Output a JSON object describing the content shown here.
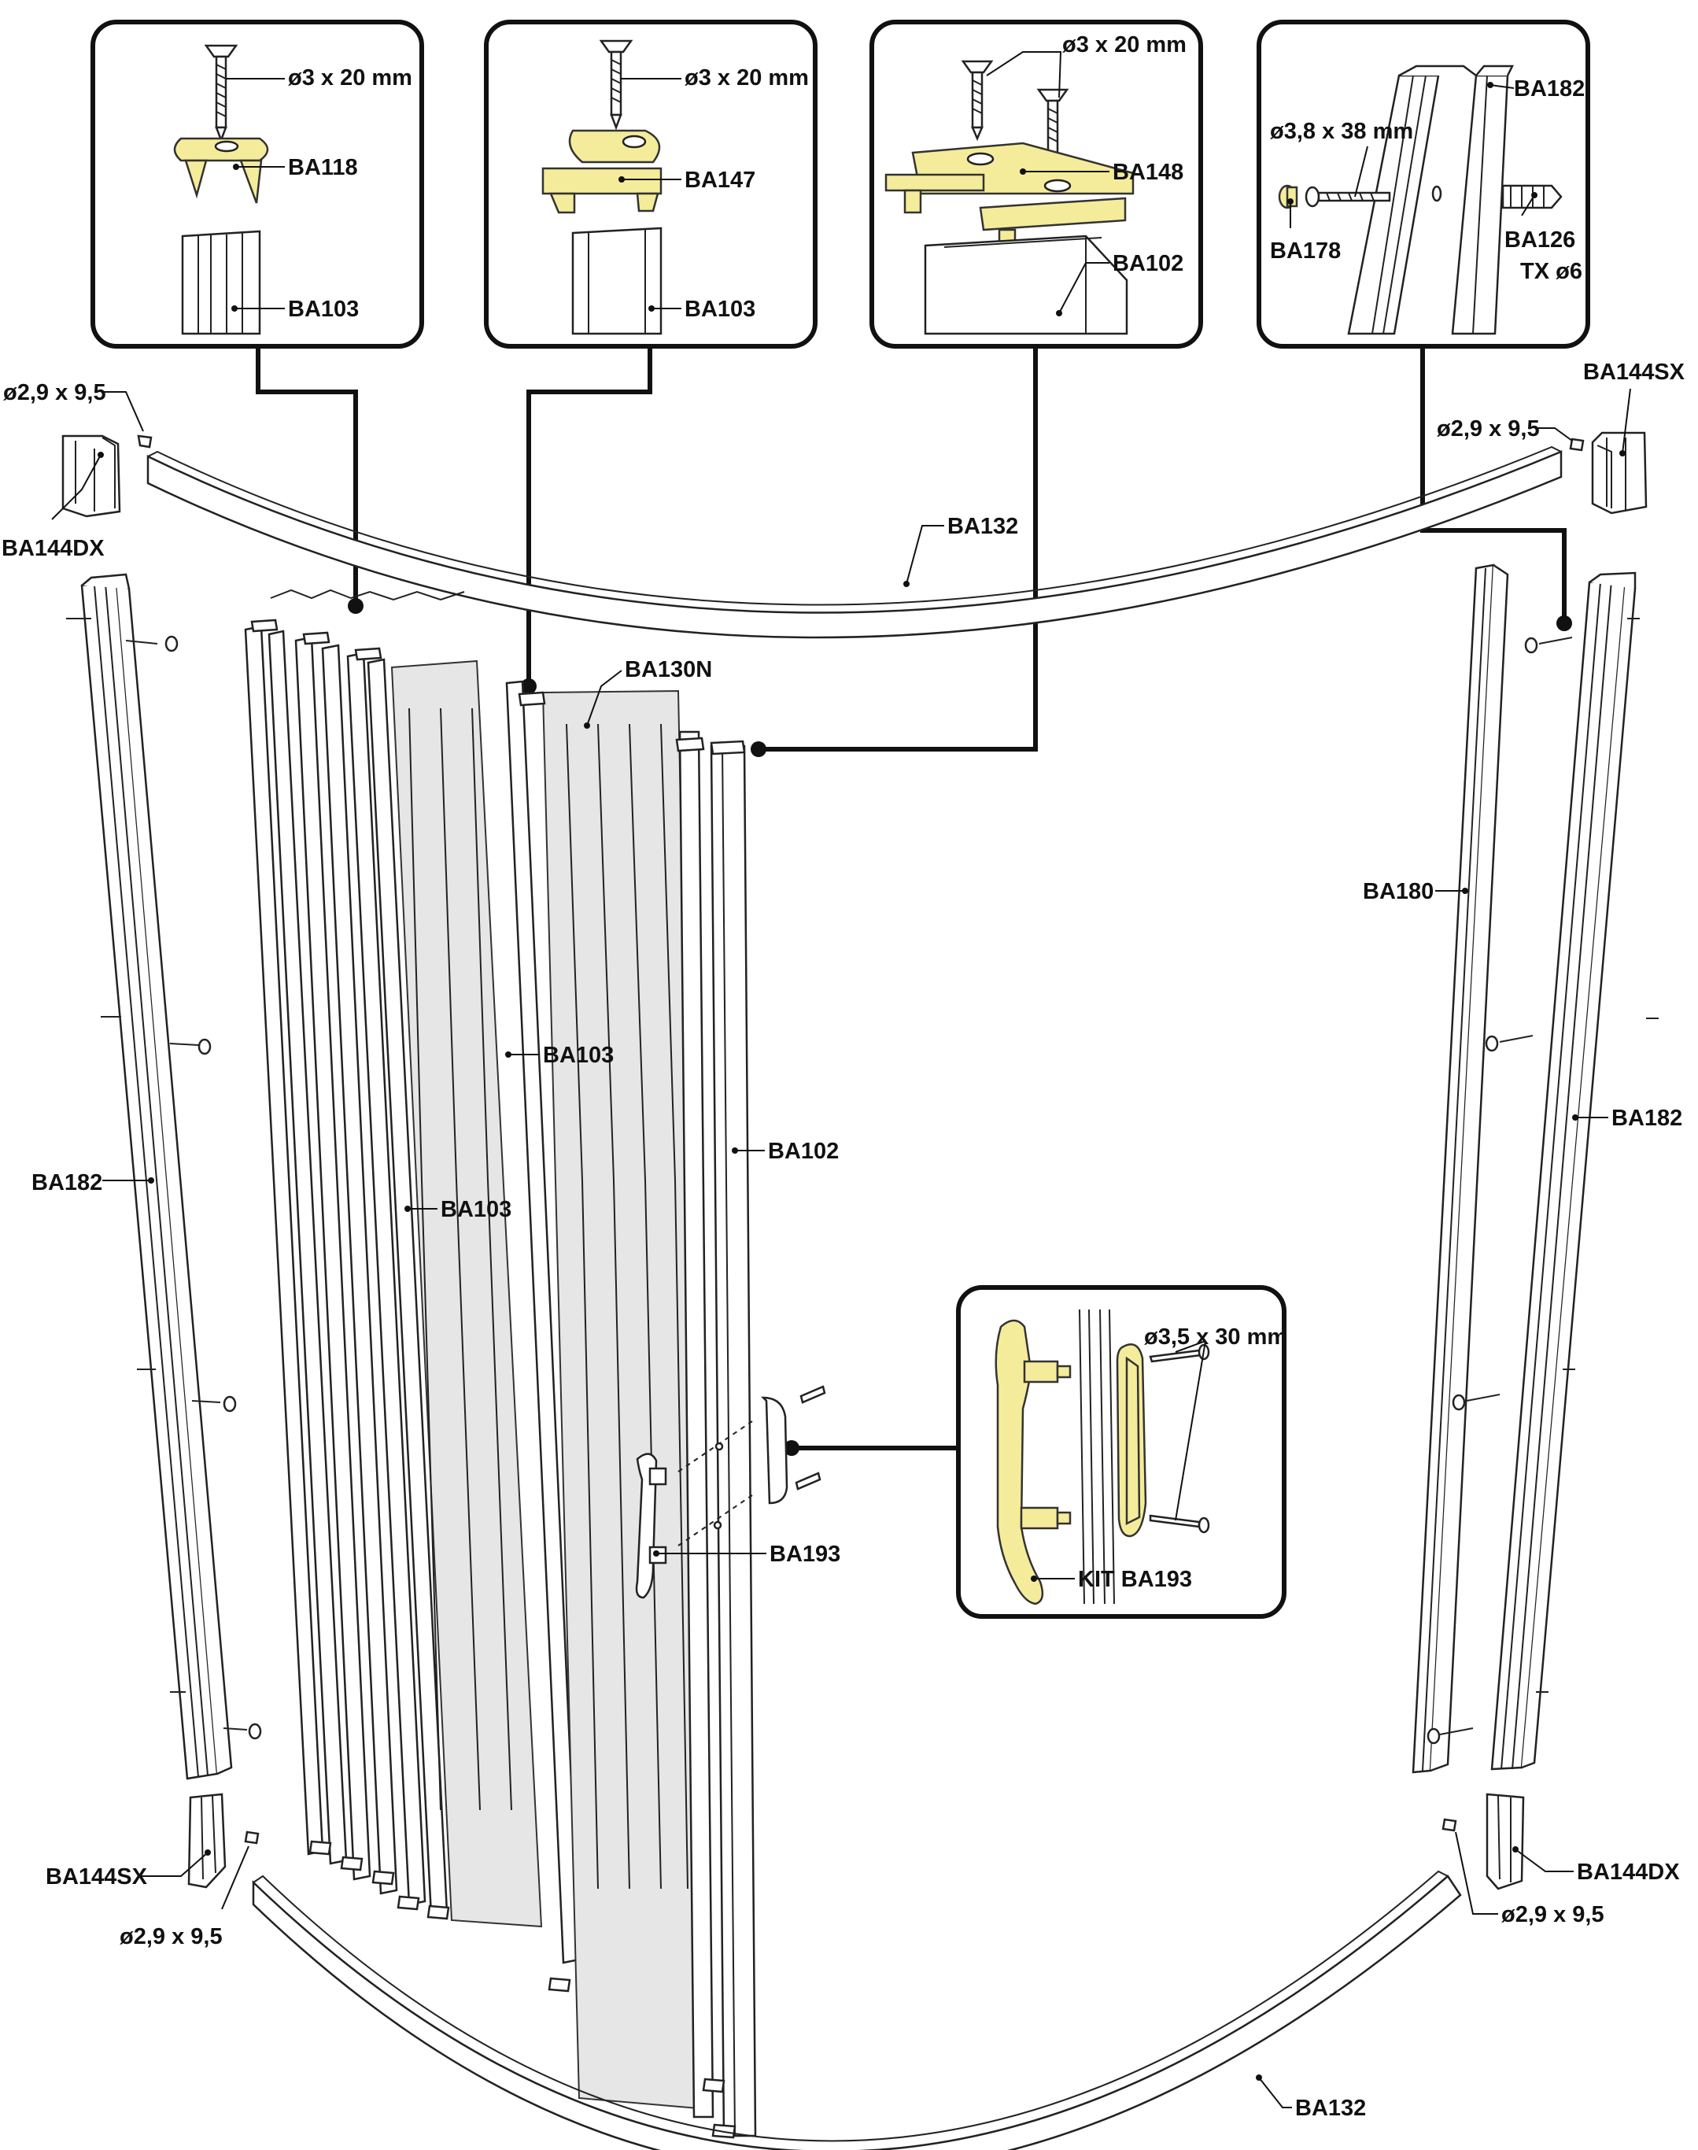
{
  "colors": {
    "highlight_part": "#f4ec9a",
    "line": "#111111",
    "panel_fill": "#e6e6e6",
    "background": "#ffffff"
  },
  "details": {
    "box1": {
      "screw": "ø3 x 20 mm",
      "part_top": "BA118",
      "part_bottom": "BA103"
    },
    "box2": {
      "screw": "ø3 x 20 mm",
      "part_top": "BA147",
      "part_bottom": "BA103"
    },
    "box3": {
      "screw": "ø3 x 20 mm",
      "part_top": "BA148",
      "part_bottom": "BA102"
    },
    "box4": {
      "profile": "BA182",
      "screw": "ø3,8 x 38 mm",
      "cap": "BA178",
      "anchor": "BA126",
      "anchor_type": "TX ø6"
    },
    "handle_box": {
      "screw": "ø3,5 x 30 mm",
      "kit": "KIT BA193"
    }
  },
  "labels": {
    "screw_top_left": "ø2,9 x 9,5",
    "screw_top_right": "ø2,9 x 9,5",
    "screw_bottom_left": "ø2,9 x 9,5",
    "screw_bottom_right": "ø2,9 x 9,5",
    "bracket_top_left": "BA144DX",
    "bracket_top_right": "BA144SX",
    "bracket_bottom_left": "BA144SX",
    "bracket_bottom_right": "BA144DX",
    "rail_top": "BA132",
    "rail_bottom": "BA132",
    "panel": "BA130N",
    "profile_mid": "BA103",
    "profile_low": "BA103",
    "profile_end": "BA102",
    "handle": "BA193",
    "wall_profile_left": "BA182",
    "wall_profile_right": "BA182",
    "wall_insert_right": "BA180"
  }
}
